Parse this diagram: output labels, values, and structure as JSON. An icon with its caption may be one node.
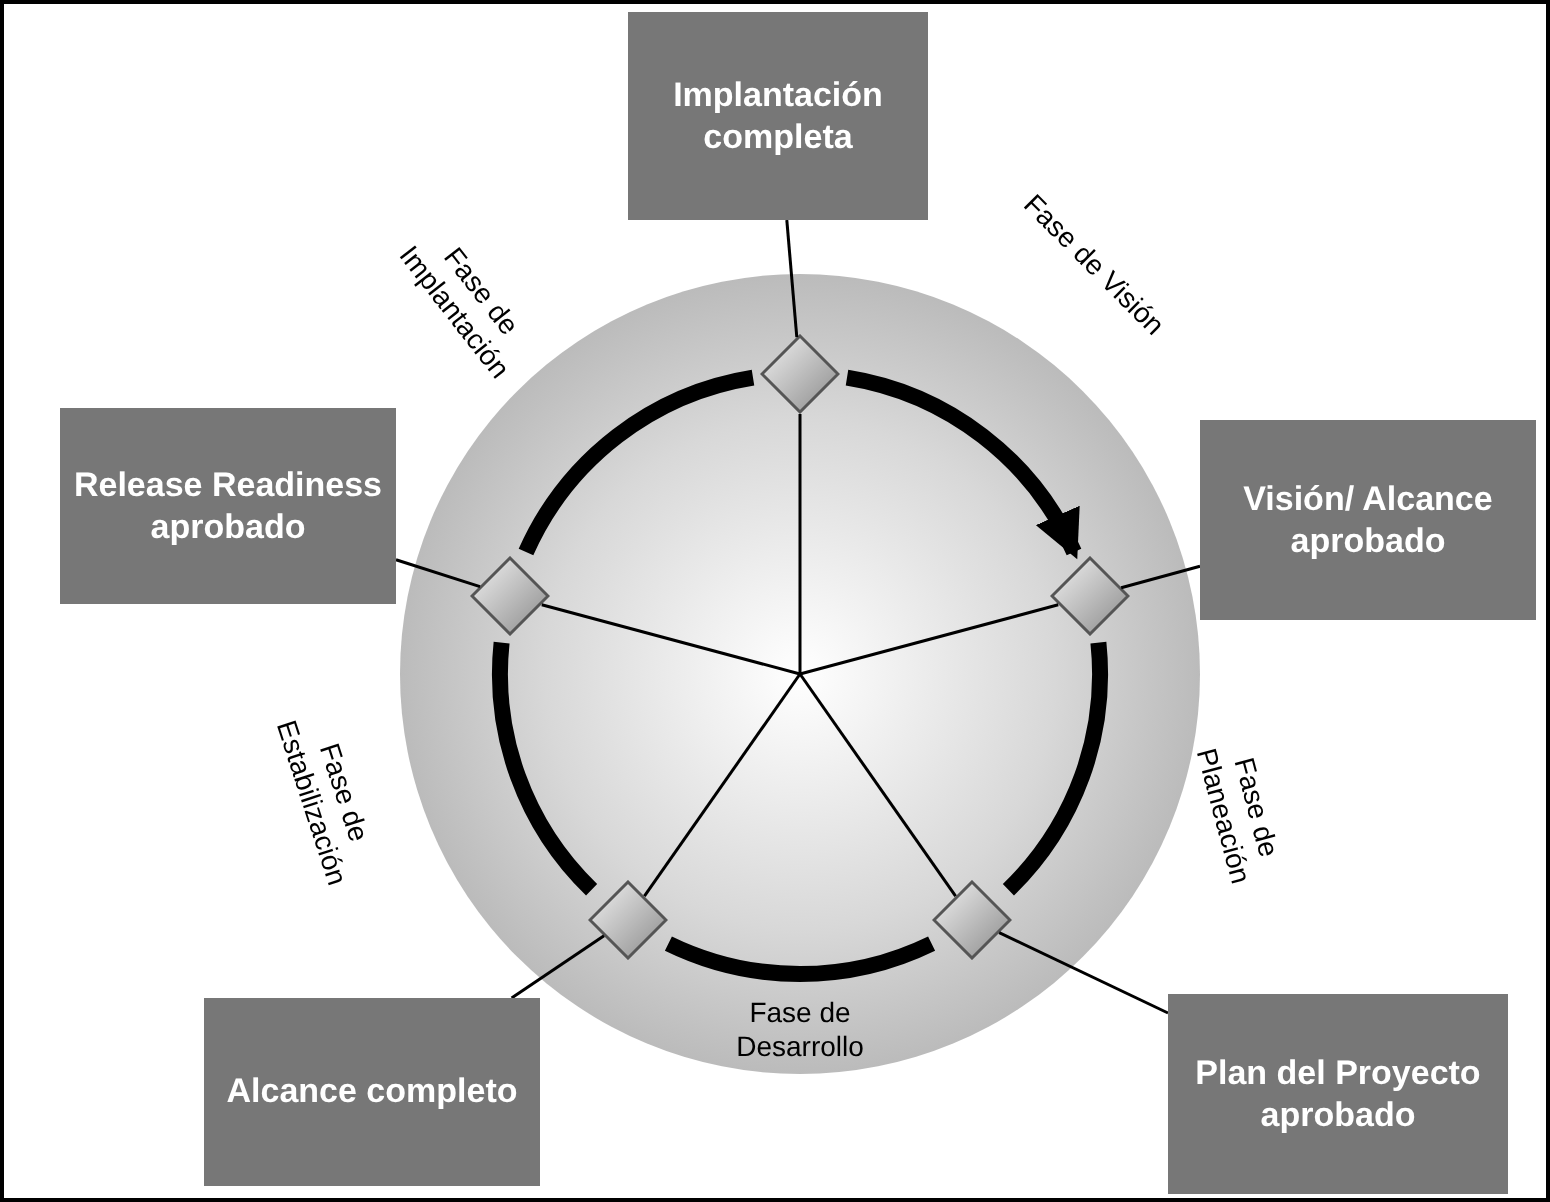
{
  "diagram": {
    "nodes": [
      {
        "text": [],
        "shape": "circle"
      },
      {
        "text": [],
        "shape": "diamond",
        "in": 0
      },
      {
        "text": [],
        "shape": "diamond",
        "in": 0
      },
      {
        "text": [],
        "shape": "diamond",
        "in": 0
      },
      {
        "text": [],
        "shape": "diamond",
        "in": 0
      },
      {
        "text": [],
        "shape": "diamond",
        "in": 0
      },
      {
        "text": [
          "Implantación completa"
        ]
      },
      {
        "text": [
          "Release Readiness aprobado"
        ]
      },
      {
        "text": [
          "Visión/ Alcance aprobado"
        ]
      },
      {
        "text": [
          "Alcance completo"
        ]
      },
      {
        "text": [
          "Plan del Proyecto aprobado"
        ]
      }
    ],
    "edges": [
      {
        "from": 1,
        "to": 3,
        "arrow": "to",
        "style": "thick",
        "label": "Fase de Visión"
      },
      {
        "from": 3,
        "to": 5,
        "arrow": "none",
        "style": "thick",
        "label": "Fase de Planeación"
      },
      {
        "from": 5,
        "to": 4,
        "arrow": "none",
        "style": "thick",
        "label": "Fase de Desarrollo"
      },
      {
        "from": 4,
        "to": 2,
        "arrow": "none",
        "style": "thick",
        "label": "Fase de Estabilización"
      },
      {
        "from": 2,
        "to": 1,
        "arrow": "none",
        "style": "thick",
        "label": "Fase de Implantación"
      },
      {
        "from": 1,
        "to": 6,
        "arrow": "none"
      },
      {
        "from": 2,
        "to": 7,
        "arrow": "none"
      },
      {
        "from": 3,
        "to": 8,
        "arrow": "none"
      },
      {
        "from": 4,
        "to": 9,
        "arrow": "none"
      },
      {
        "from": 5,
        "to": 10,
        "arrow": "none"
      }
    ]
  }
}
